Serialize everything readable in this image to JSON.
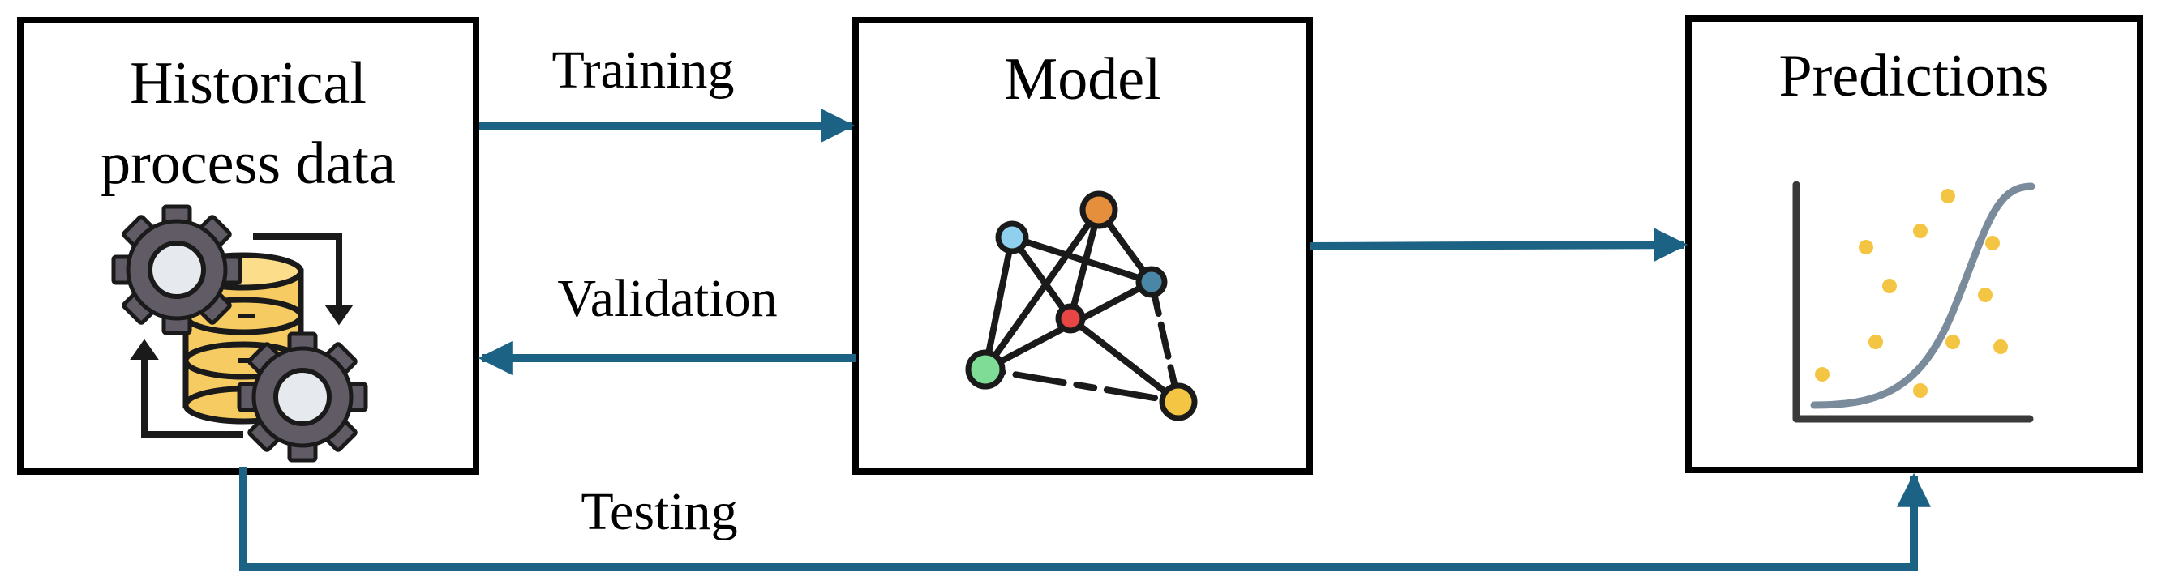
{
  "boxes": {
    "data_box": {
      "title_line1": "Historical",
      "title_line2": "process data"
    },
    "model_box": {
      "title": "Model"
    },
    "predictions_box": {
      "title": "Predictions"
    }
  },
  "edges": {
    "training": "Training",
    "validation": "Validation",
    "testing": "Testing"
  },
  "icons": {
    "data_box": "gears-database-cycle-icon",
    "model_box": "network-graph-icon",
    "predictions_box": "sigmoid-scatter-plot-icon"
  },
  "colors": {
    "arrow": "#1b6285",
    "box_border": "#000000",
    "gear": "#615b66",
    "database": "#f6cc62",
    "curve": "#7a8c9c",
    "dots": "#f4c542"
  }
}
